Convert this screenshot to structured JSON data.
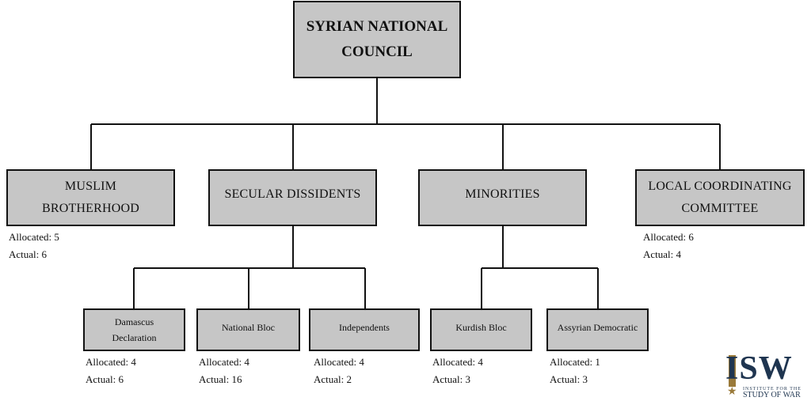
{
  "root": {
    "line1": "SYRIAN NATIONAL",
    "line2": "COUNCIL"
  },
  "groups": {
    "muslim_brotherhood": {
      "line1": "MUSLIM",
      "line2": "BROTHERHOOD",
      "allocated": "Allocated: 5",
      "actual": "Actual: 6"
    },
    "secular_dissidents": {
      "label": "SECULAR DISSIDENTS"
    },
    "minorities": {
      "label": "MINORITIES"
    },
    "local_coordinating": {
      "line1": "LOCAL COORDINATING",
      "line2": "COMMITTEE",
      "allocated": "Allocated: 6",
      "actual": "Actual: 4"
    }
  },
  "subgroups": {
    "damascus": {
      "line1": "Damascus",
      "line2": "Declaration",
      "allocated": "Allocated: 4",
      "actual": "Actual: 6"
    },
    "national_bloc": {
      "label": "National Bloc",
      "allocated": "Allocated: 4",
      "actual": "Actual: 16"
    },
    "independents": {
      "label": "Independents",
      "allocated": "Allocated: 4",
      "actual": "Actual: 2"
    },
    "kurdish_bloc": {
      "label": "Kurdish Bloc",
      "allocated": "Allocated: 4",
      "actual": "Actual: 3"
    },
    "assyrian": {
      "label": "Assyrian Democratic",
      "allocated": "Allocated: 1",
      "actual": "Actual: 3"
    }
  },
  "logo": {
    "mark": "ISW",
    "line1": "INSTITUTE FOR THE",
    "line2": "STUDY OF WAR",
    "icon": "star-icon",
    "colors": {
      "navy": "#1f3550",
      "gold": "#9a7a3a"
    }
  },
  "colors": {
    "box_fill": "#c6c6c6",
    "line": "#111111"
  }
}
